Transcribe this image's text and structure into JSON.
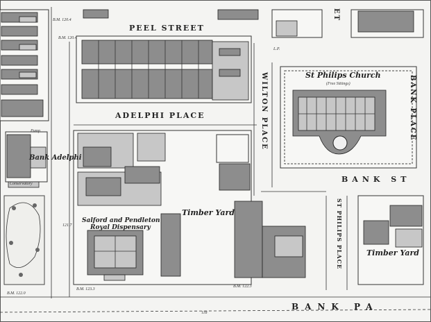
{
  "streets": {
    "peel": "PEEL STREET",
    "adelphi": "ADELPHI PLACE",
    "wilton": "WILTON PLACE",
    "bank_place": "BANK PLACE",
    "bank_st": "BANK ST",
    "st_philips_place": "ST PHILIPS PLACE",
    "bank_parade": "BANK PA",
    "street_partial": "ET"
  },
  "labels": {
    "church": "St Philips Church",
    "church_sub": "(Free Sittings)",
    "bank_adelphi": "Bank Adelphi",
    "conservatory": "Conservatory",
    "pump": "Pump",
    "timber_yard": "Timber Yard",
    "timber_yard_2": "Timber Yard",
    "dispensary_1": "Salford and Pendleton",
    "dispensary_2": "Royal Dispensary"
  },
  "spot_heights": {
    "bm_1": "B.M. 120.4",
    "bm_2": "B.M. 120.4",
    "bm_3": "B.M. 122.3",
    "bm_4": "B.M. 122.0",
    "bm_5": "B.M. 123.3",
    "lp": "L.P.",
    "v_121": "121.7",
    "v_118": "118"
  }
}
